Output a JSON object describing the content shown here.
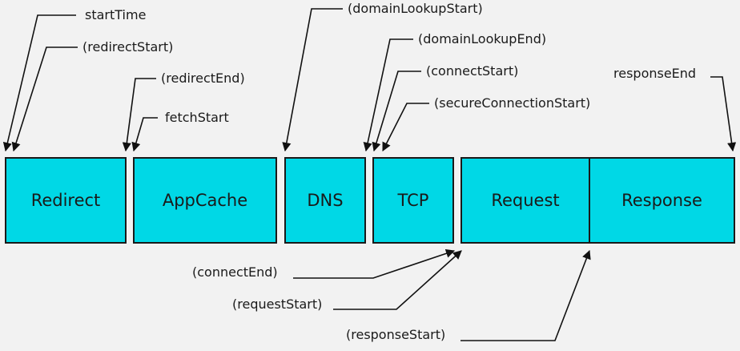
{
  "phases": {
    "redirect": "Redirect",
    "appcache": "AppCache",
    "dns": "DNS",
    "tcp": "TCP",
    "request": "Request",
    "response": "Response"
  },
  "events": {
    "start_time": "startTime",
    "redirect_start": "(redirectStart)",
    "redirect_end": "(redirectEnd)",
    "fetch_start": "fetchStart",
    "domain_lookup_start": "(domainLookupStart)",
    "domain_lookup_end": "(domainLookupEnd)",
    "connect_start": "(connectStart)",
    "secure_connection_start": "(secureConnectionStart)",
    "response_end": "responseEnd",
    "connect_end": "(connectEnd)",
    "request_start": "(requestStart)",
    "response_start": "(responseStart)"
  },
  "colors": {
    "box_fill": "#00d8e6",
    "stroke": "#111111",
    "background": "#f2f2f2"
  }
}
